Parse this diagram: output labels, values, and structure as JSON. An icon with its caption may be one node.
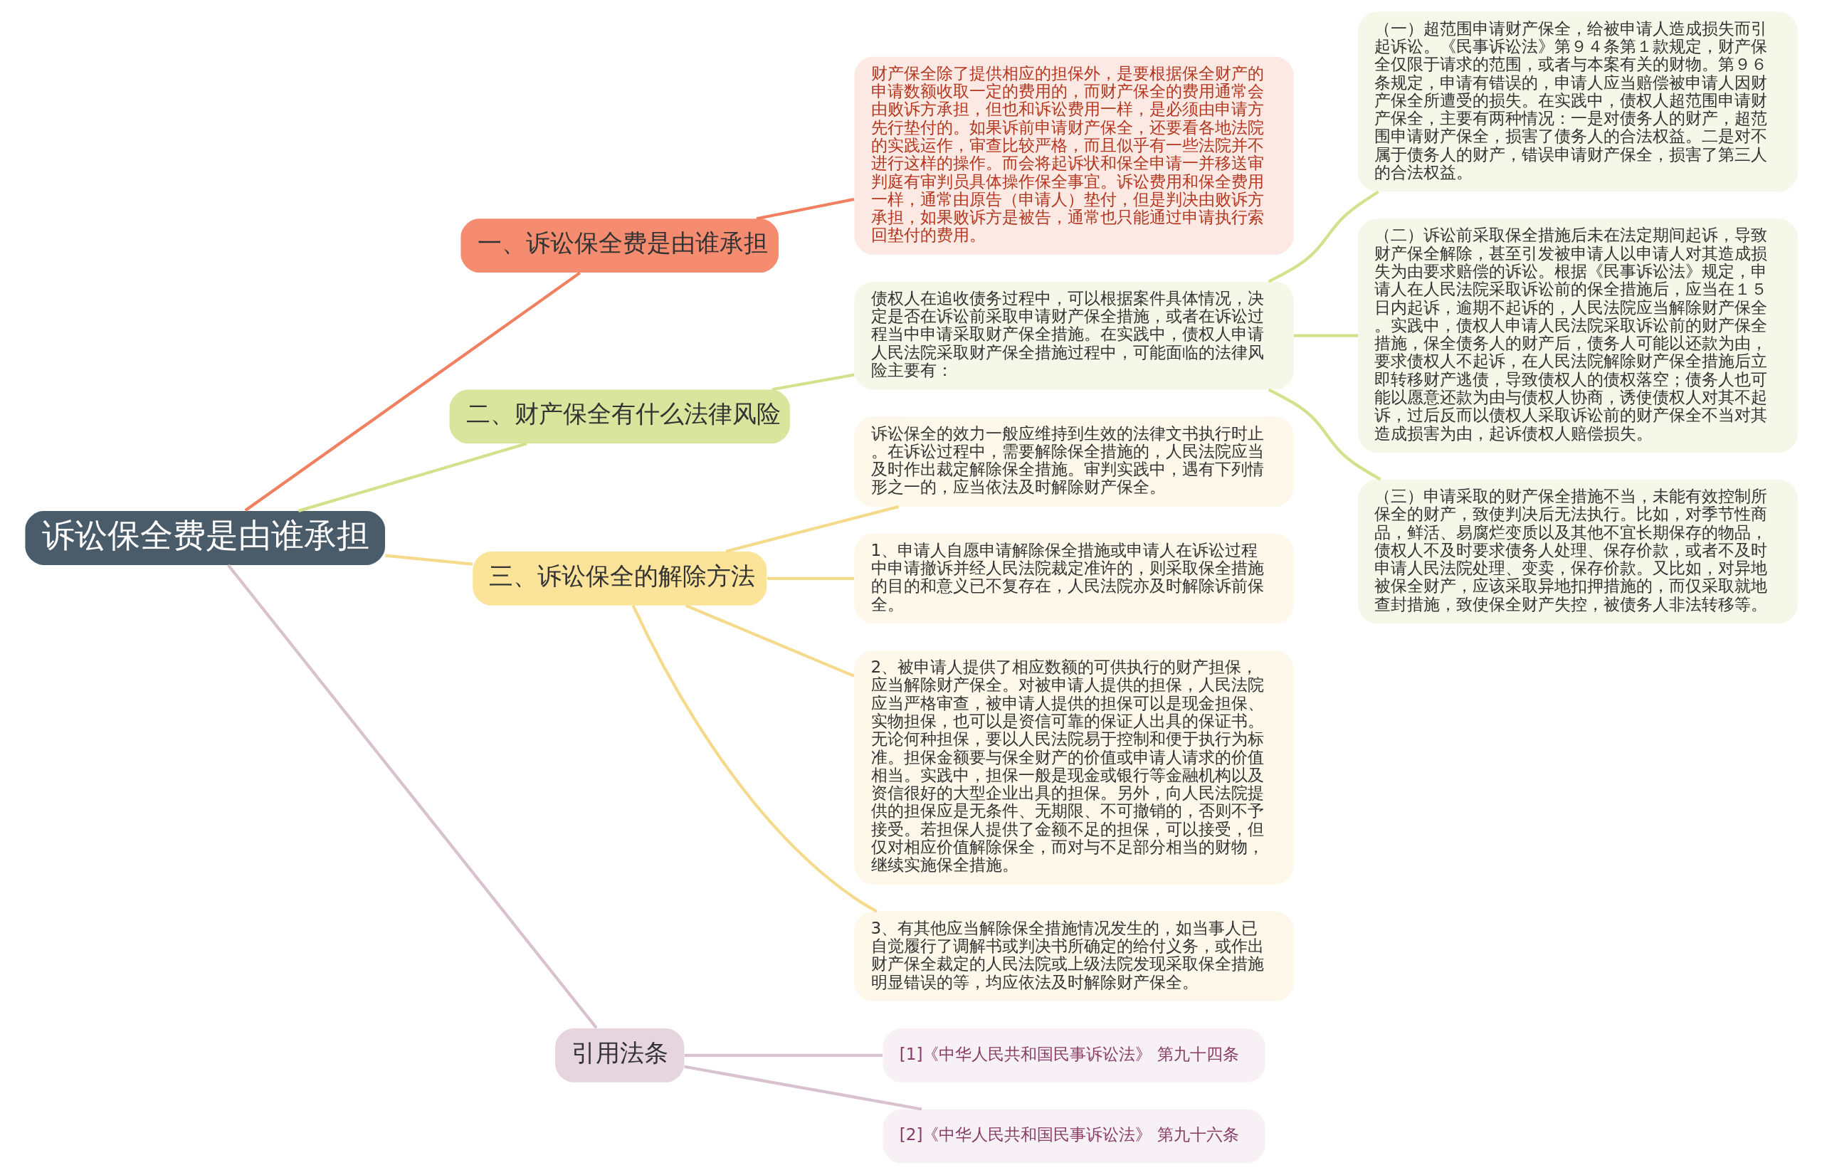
{
  "diagram": {
    "nodes": [
      {
        "text": [
          "诉讼保全费是由谁承担"
        ]
      },
      {
        "text": [
          "一、诉讼保全费是由谁承担"
        ]
      },
      {
        "text": [
          "财产保全除了提供相应的担保外，是要根据保全财产的申请数额收取一定的费用的，而财产保全的费用通常会由败诉方承担，但也和诉讼费用一样，是必须由申请方先行垫付的。如果诉前申请财产保全，还要看各地法院的实践运作，审查比较严格，而且似乎有一些法院并不进行这样的操作。而会将起诉状和保全申请一并移送审判庭有审判员具体操作保全事宜。诉讼费用和保全费用一样，通常由原告（申请人）垫付，但是判决由败诉方承担，如果败诉方是被告，通常也只能通过申请执行索回垫付的费用。"
        ]
      },
      {
        "text": [
          "二、财产保全有什么法律风险"
        ]
      },
      {
        "text": [
          "债权人在追收债务过程中，可以根据案件具体情况，决定是否在诉讼前采取申请财产保全措施，或者在诉讼过程当中申请采取财产保全措施。在实践中，债权人申请人民法院采取财产保全措施过程中，可能面临的法律风险主要有："
        ]
      },
      {
        "text": [
          "（一）超范围申请财产保全，给被申请人造成损失而引起诉讼。《民事诉讼法》第９４条第１款规定，财产保全仅限于请求的范围，或者与本案有关的财物。第９６条规定，申请有错误的，申请人应当赔偿被申请人因财产保全所遭受的损失。在实践中，债权人超范围申请财产保全，主要有两种情况：一是对债务人的财产，超范围申请财产保全，损害了债务人的合法权益。二是对不属于债务人的财产，错误申请财产保全，损害了第三人的合法权益。"
        ]
      },
      {
        "text": [
          "（二）诉讼前采取保全措施后未在法定期间起诉，导致财产保全解除，甚至引发被申请人以申请人对其造成损失为由要求赔偿的诉讼。根据《民事诉讼法》规定，申请人在人民法院采取诉讼前的保全措施后，应当在１５日内起诉，逾期不起诉的，人民法院应当解除财产保全。实践中，债权人申请人民法院采取诉讼前的财产保全措施，保全债务人的财产后，债务人可能以还款为由，要求债权人不起诉，在人民法院解除财产保全措施后立即转移财产逃债，导致债权人的债权落空；债务人也可能以愿意还款为由与债权人协商，诱使债权人对其不起诉，过后反而以债权人采取诉讼前的财产保全不当对其造成损害为由，起诉债权人赔偿损失。"
        ]
      },
      {
        "text": [
          "（三）申请采取的财产保全措施不当，未能有效控制所保全的财产，致使判决后无法执行。比如，对季节性商品，鲜活、易腐烂变质以及其他不宜长期保存的物品，债权人不及时要求债务人处理、保存价款，或者不及时申请人民法院处理、变卖，保存价款。又比如，对异地被保全财产，应该采取异地扣押措施的，而仅采取就地查封措施，致使保全财产失控，被债务人非法转移等。"
        ]
      },
      {
        "text": [
          "三、诉讼保全的解除方法"
        ]
      },
      {
        "text": [
          "诉讼保全的效力一般应维持到生效的法律文书执行时止。在诉讼过程中，需要解除保全措施的，人民法院应当及时作出裁定解除保全措施。审判实践中，遇有下列情形之一的，应当依法及时解除财产保全。"
        ]
      },
      {
        "text": [
          "1、申请人自愿申请解除保全措施或申请人在诉讼过程中申请撤诉并经人民法院裁定准许的，则采取保全措施的目的和意义已不复存在，人民法院亦及时解除诉前保全。"
        ]
      },
      {
        "text": [
          "2、被申请人提供了相应数额的可供执行的财产担保，应当解除财产保全。对被申请人提供的担保，人民法院应当严格审查，被申请人提供的担保可以是现金担保、实物担保，也可以是资信可靠的保证人出具的保证书。无论何种担保，要以人民法院易于控制和便于执行为标准。担保金额要与保全财产的价值或申请人请求的价值相当。实践中，担保一般是现金或银行等金融机构以及资信很好的大型企业出具的担保。另外，向人民法院提供的担保应是无条件、无期限、不可撤销的，否则不予接受。若担保人提供了金额不足的担保，可以接受，但仅对相应价值解除保全，而对与不足部分相当的财物，继续实施保全措施。"
        ]
      },
      {
        "text": [
          "3、有其他应当解除保全措施情况发生的，如当事人已自觉履行了调解书或判决书所确定的给付义务，或作出财产保全裁定的人民法院或上级法院发现采取保全措施明显错误的等，均应依法及时解除财产保全。"
        ]
      },
      {
        "text": [
          "引用法条"
        ]
      },
      {
        "text": [
          "[1]《中华人民共和国民事诉讼法》 第九十四条"
        ]
      },
      {
        "text": [
          "[2]《中华人民共和国民事诉讼法》 第九十六条"
        ]
      }
    ],
    "edges": [
      {
        "from": 0,
        "to": 1,
        "arrow": "none",
        "color": "#f0805f"
      },
      {
        "from": 1,
        "to": 2,
        "arrow": "none",
        "color": "#f0805f"
      },
      {
        "from": 0,
        "to": 3,
        "arrow": "none",
        "color": "#d5e08c"
      },
      {
        "from": 3,
        "to": 4,
        "arrow": "none",
        "color": "#d5e08c"
      },
      {
        "from": 4,
        "to": 5,
        "arrow": "none",
        "color": "#d5e08c"
      },
      {
        "from": 4,
        "to": 6,
        "arrow": "none",
        "color": "#d5e08c"
      },
      {
        "from": 4,
        "to": 7,
        "arrow": "none",
        "color": "#d5e08c"
      },
      {
        "from": 0,
        "to": 8,
        "arrow": "none",
        "color": "#f5da8c"
      },
      {
        "from": 8,
        "to": 9,
        "arrow": "none",
        "color": "#f5da8c"
      },
      {
        "from": 8,
        "to": 10,
        "arrow": "none",
        "color": "#f5da8c"
      },
      {
        "from": 8,
        "to": 11,
        "arrow": "none",
        "color": "#f5da8c"
      },
      {
        "from": 8,
        "to": 12,
        "arrow": "none",
        "color": "#f5da8c"
      },
      {
        "from": 0,
        "to": 13,
        "arrow": "none",
        "color": "#d8c2cf"
      },
      {
        "from": 13,
        "to": 14,
        "arrow": "none",
        "color": "#d8c2cf"
      },
      {
        "from": 13,
        "to": 15,
        "arrow": "none",
        "color": "#d8c2cf"
      }
    ]
  }
}
